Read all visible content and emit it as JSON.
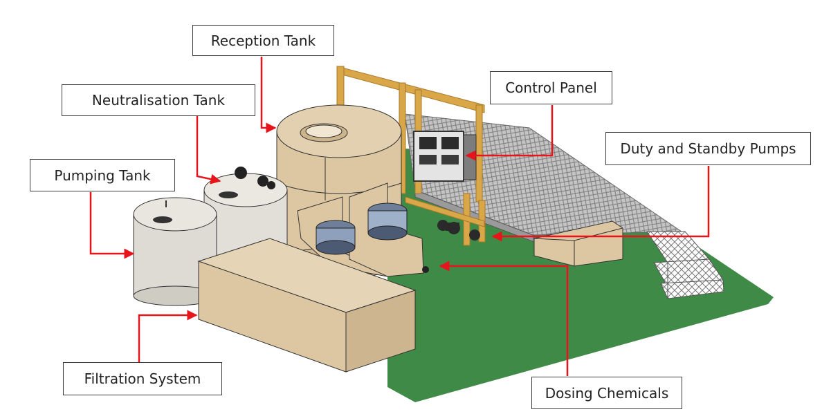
{
  "labels": {
    "reception_tank": "Reception Tank",
    "neutralisation_tank": "Neutralisation Tank",
    "pumping_tank": "Pumping Tank",
    "control_panel": "Control Panel",
    "duty_standby_pumps": "Duty and Standby Pumps",
    "filtration_system": "Filtration System",
    "dosing_chemicals": "Dosing Chemicals"
  },
  "colors": {
    "ground": "#3f8a46",
    "tank_tan": "#ddc7a2",
    "tank_grey": "#dedbd4",
    "frame_wood": "#d9a648",
    "grating": "#b9b9b9",
    "leader": "#e8141c"
  }
}
